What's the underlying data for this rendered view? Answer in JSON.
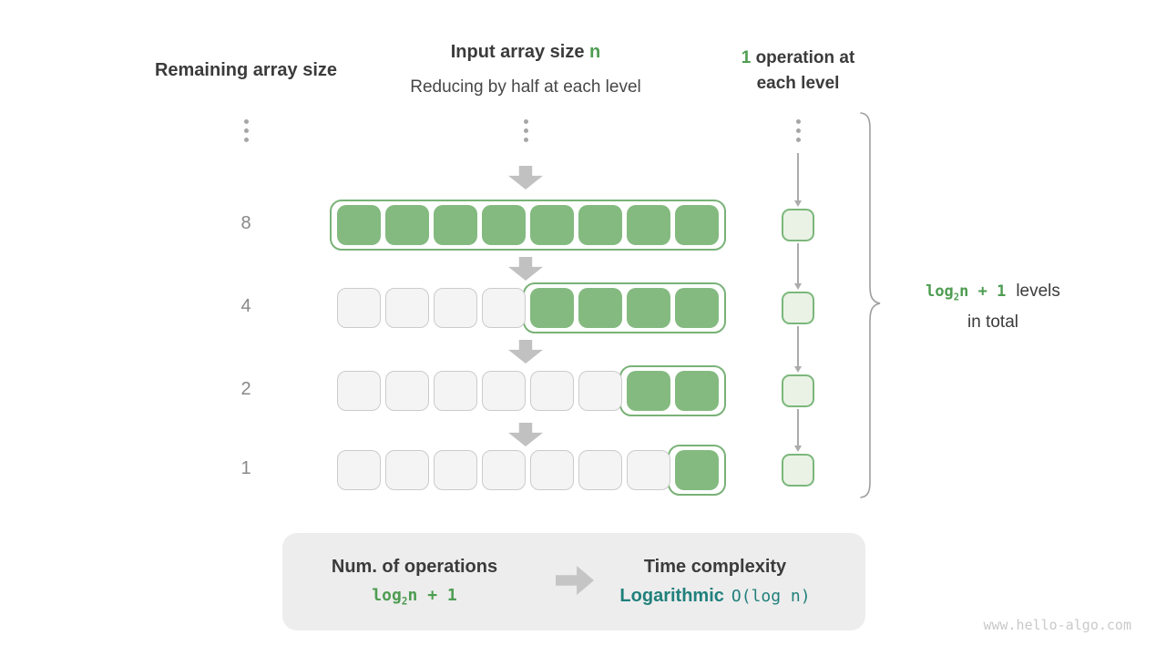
{
  "headers": {
    "left": "Remaining array size",
    "center": {
      "line1_prefix": "Input array size ",
      "line1_var": "n",
      "line2": "Reducing by half at each level"
    },
    "right": {
      "count": "1",
      "line1_rest": "operation at",
      "line2": "each level"
    }
  },
  "rows": [
    {
      "remaining": "8",
      "cells_total": 8,
      "cells_active": 8
    },
    {
      "remaining": "4",
      "cells_total": 8,
      "cells_active": 4
    },
    {
      "remaining": "2",
      "cells_total": 8,
      "cells_active": 2
    },
    {
      "remaining": "1",
      "cells_total": 8,
      "cells_active": 1
    }
  ],
  "levels_note": {
    "formula_log": "log",
    "formula_sub": "2",
    "formula_rest": "n + 1",
    "line1_text": "levels",
    "line2_text": "in total"
  },
  "summary": {
    "operations_title": "Num. of operations",
    "operations_formula_log": "log",
    "operations_formula_sub": "2",
    "operations_formula_rest": "n + 1",
    "complexity_title": "Time complexity",
    "complexity_name": "Logarithmic",
    "complexity_notation": "O(log n)"
  },
  "watermark": "www.hello-algo.com",
  "colors": {
    "active_cell_green": "#84BA80",
    "active_border_green": "#79B277",
    "inactive_cell_gray": "#F4F4F4",
    "operation_cell_fill": "#E9F2E4",
    "operation_cell_border": "#7BB77B",
    "accent_green_text": "#4E9D52",
    "teal_text": "#20807C",
    "summary_box_bg": "#EDEDED",
    "arrow_gray": "#C1C1C1"
  }
}
